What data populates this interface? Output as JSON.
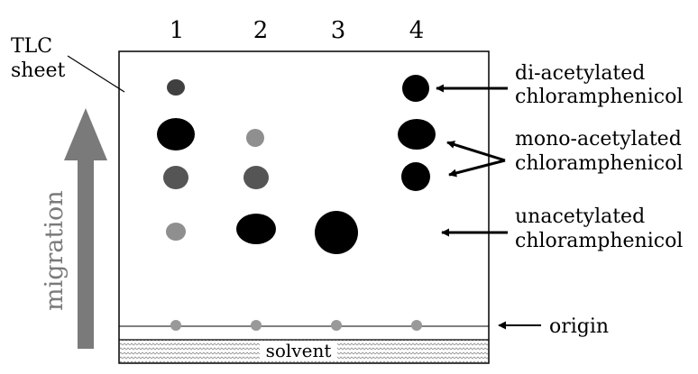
{
  "lanes": [
    "1",
    "2",
    "3",
    "4"
  ],
  "labels": {
    "tlc_line1": "TLC",
    "tlc_line2": "sheet",
    "migration": "migration",
    "solvent": "solvent",
    "origin": "origin",
    "di_line1": "di-acetylated",
    "di_line2": "chloramphenicol",
    "mono_line1": "mono-acetylated",
    "mono_line2": "chloramphenicol",
    "un_line1": "unacetylated",
    "un_line2": "chloramphenicol"
  },
  "colors": {
    "dark": "#000000",
    "medium": "#555555",
    "light": "#8f8f8f",
    "origin": "#999999",
    "arrow": "#7a7a7a"
  }
}
